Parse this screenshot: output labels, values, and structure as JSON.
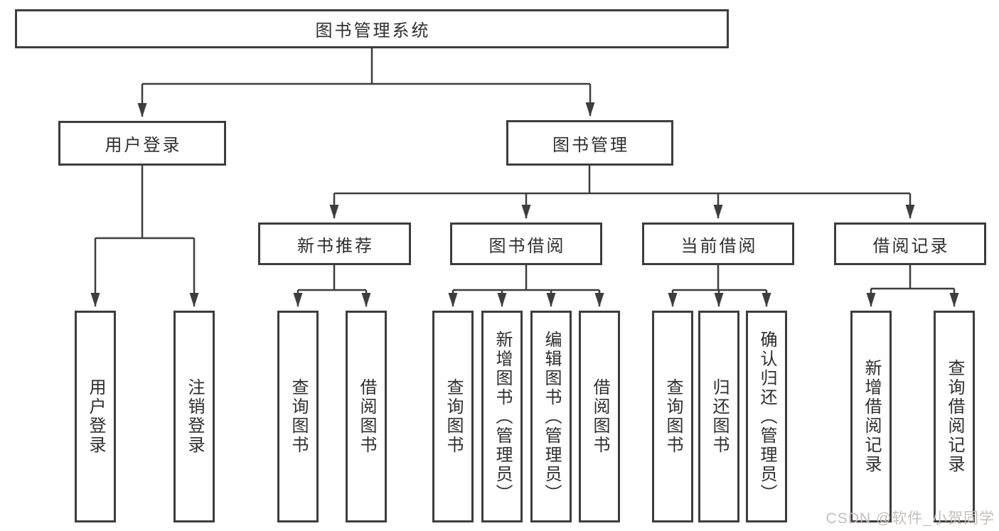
{
  "diagram_type": "functional-structure-tree",
  "colors": {
    "line": "#3d3d3d",
    "box_border": "#3d3d3d",
    "text": "#2e2e2e",
    "background": "#ffffff",
    "watermark_text_color": "#c6bdbd"
  },
  "tree": {
    "root": {
      "label": "图书管理系统"
    },
    "children": [
      {
        "label": "用户登录",
        "children": [
          {
            "label": "用户登录"
          },
          {
            "label": "注销登录"
          }
        ]
      },
      {
        "label": "图书管理",
        "children": [
          {
            "label": "新书推荐",
            "children": [
              {
                "label": "查询图书"
              },
              {
                "label": "借阅图书"
              }
            ]
          },
          {
            "label": "图书借阅",
            "children": [
              {
                "label": "查询图书"
              },
              {
                "label": "新增图书（管理员）"
              },
              {
                "label": "编辑图书（管理员）"
              },
              {
                "label": "借阅图书"
              }
            ]
          },
          {
            "label": "当前借阅",
            "children": [
              {
                "label": "查询图书"
              },
              {
                "label": "归还图书"
              },
              {
                "label": "确认归还（管理员）"
              }
            ]
          },
          {
            "label": "借阅记录",
            "children": [
              {
                "label": "新增借阅记录"
              },
              {
                "label": "查询借阅记录"
              }
            ]
          }
        ]
      }
    ]
  },
  "watermark": {
    "text": "CSDN @软件_小贺同学"
  }
}
